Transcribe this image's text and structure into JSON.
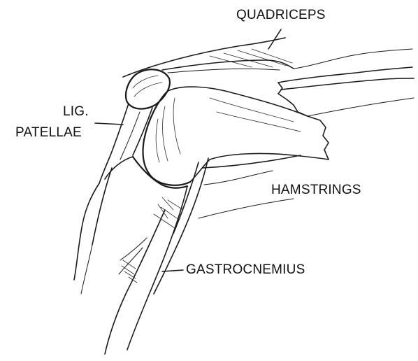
{
  "labels": {
    "quadriceps": "QUADRICEPS",
    "lig_line1": "LIG.",
    "lig_line2": "PATELLAE",
    "hamstrings": "HAMSTRINGS",
    "gastrocnemius": "GASTROCNEMIUS"
  },
  "colors": {
    "ink": "#1a1a1a",
    "paper": "#ffffff"
  }
}
